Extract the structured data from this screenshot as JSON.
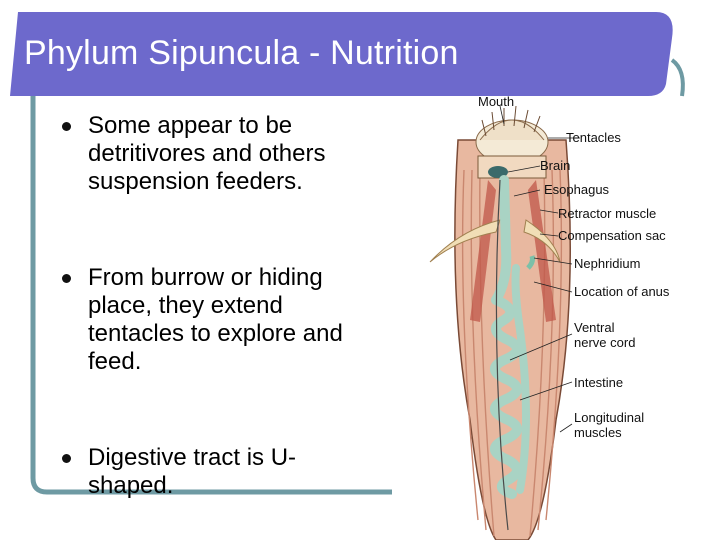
{
  "slide": {
    "title": "Phylum Sipuncula - Nutrition",
    "bullets": [
      "Some appear to be detritivores and others suspension feeders.",
      "From burrow or hiding place, they extend tentacles to explore and feed.",
      "Digestive tract is U-shaped."
    ],
    "bullet_lines": [
      [
        "Some appear to be",
        "detritivores and others",
        "suspension feeders."
      ],
      [
        "From burrow or hiding",
        "place, they extend",
        "tentacles to explore and",
        "feed."
      ],
      [
        "Digestive tract is U-",
        "shaped."
      ]
    ]
  },
  "diagram": {
    "labels": {
      "mouth": "Mouth",
      "tentacles": "Tentacles",
      "brain": "Brain",
      "esophagus": "Esophagus",
      "retractor_muscle": "Retractor muscle",
      "compensation_sac": "Compensation sac",
      "nephridium": "Nephridium",
      "location_of_anus": "Location of anus",
      "ventral_nerve_cord_1": "Ventral",
      "ventral_nerve_cord_2": "nerve cord",
      "intestine": "Intestine",
      "longitudinal_muscles_1": "Longitudinal",
      "longitudinal_muscles_2": "muscles"
    }
  },
  "colors": {
    "title_bar": "#6d69cc",
    "frame_line": "#6e9aa3",
    "body": "#e8b8a0",
    "gut": "#a9d3c4",
    "muscle": "#c9876f"
  }
}
